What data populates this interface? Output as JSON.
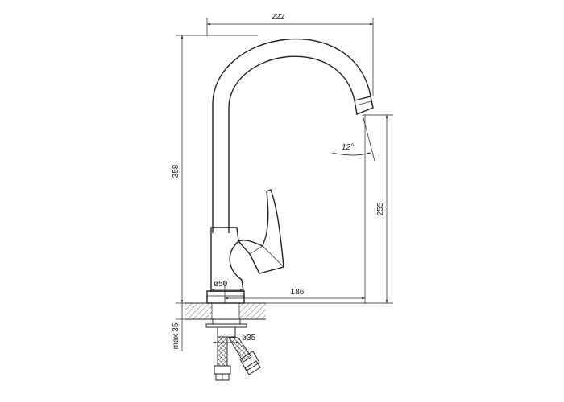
{
  "dimensions": {
    "overall_width": "222",
    "overall_height": "358",
    "spout_height": "255",
    "spout_reach": "186",
    "base_diameter": "ø50",
    "hole_diameter": "ø35",
    "max_counter_thickness": "max 35",
    "spout_angle": "12°"
  }
}
